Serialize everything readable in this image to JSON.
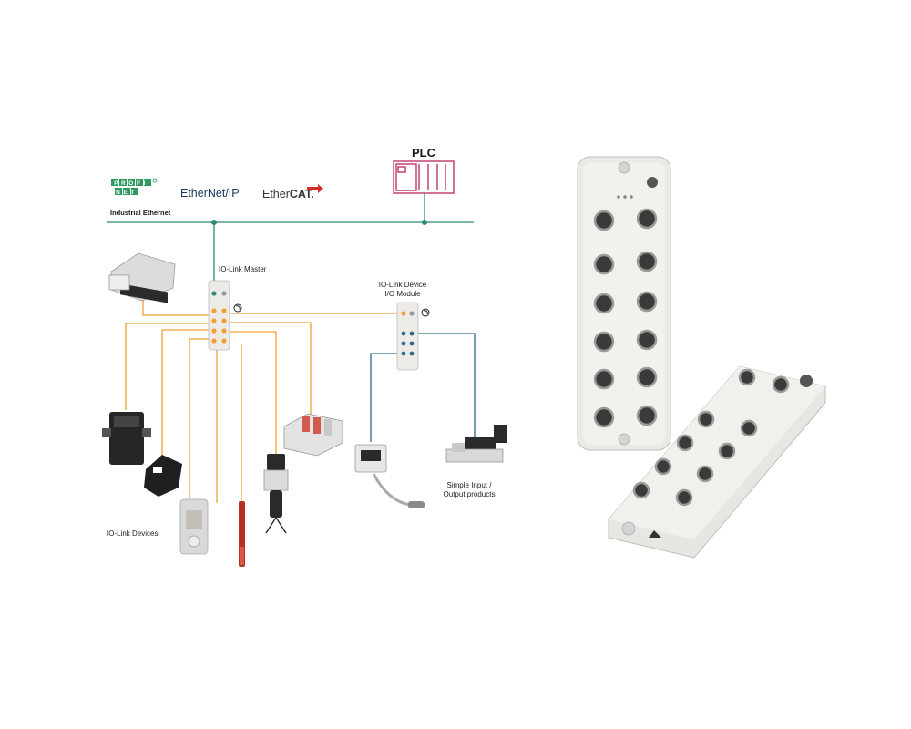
{
  "diagram": {
    "protocols": {
      "profinet_top": "PROFI",
      "profinet_bottom": "NET",
      "ethernetip": "EtherNet/IP",
      "ethercat_a": "Ether",
      "ethercat_b": "CAT."
    },
    "industrial_ethernet_label": "Industrial Ethernet",
    "plc_label": "PLC",
    "io_link_master_label": "IO-Link Master",
    "io_link_device_line1": "IO-Link Device",
    "io_link_device_line2": "I/O Module",
    "io_link_devices_label": "IO-Link Devices",
    "simple_io_line1": "Simple Input /",
    "simple_io_line2": "Output products"
  },
  "colors": {
    "bus": "#2e8b74",
    "io_link": "#f0a030",
    "io_line": "#2d6b8a",
    "plc": "#c0356b",
    "profinet": "#2e9a5e",
    "ethercat_arrow": "#d6302c",
    "housing": "#e9e9e6"
  }
}
